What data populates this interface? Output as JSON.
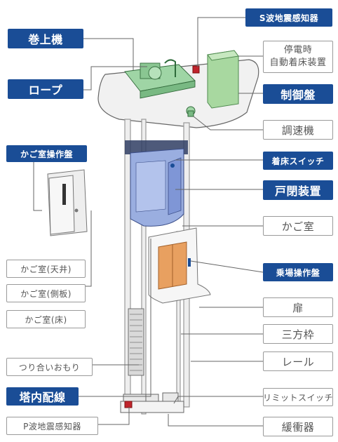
{
  "labels": {
    "s_wave_sensor": "S波地震感知器",
    "hoist": "巻上機",
    "power_outage_landing_line1": "停電時",
    "power_outage_landing_line2": "自動着床装置",
    "rope": "ロープ",
    "controller": "制御盤",
    "governor": "調速機",
    "car_panel": "かご室操作盤",
    "landing_switch": "着床スイッチ",
    "door_operator": "戸閉装置",
    "car": "かご室",
    "car_ceiling": "かご室(天井)",
    "hall_panel": "乗場操作盤",
    "car_side": "かご室(側板)",
    "door": "扉",
    "car_floor": "かご室(床)",
    "three_side_frame": "三方枠",
    "counterweight": "つり合いおもり",
    "rail": "レール",
    "hoistway_wiring": "塔内配線",
    "limit_switch": "リミットスイッチ",
    "p_wave_sensor": "P波地震感知器",
    "buffer": "緩衝器"
  },
  "colors": {
    "accent_blue": "#1a4d96",
    "gray_border": "#9a9a9a",
    "leader_line": "#666666",
    "machine_green": "#9fd5a5",
    "controller_green": "#a8d8a0",
    "car_blue": "#9aaee0",
    "door_orange": "#e8a060",
    "sensor_red": "#c0242c"
  }
}
